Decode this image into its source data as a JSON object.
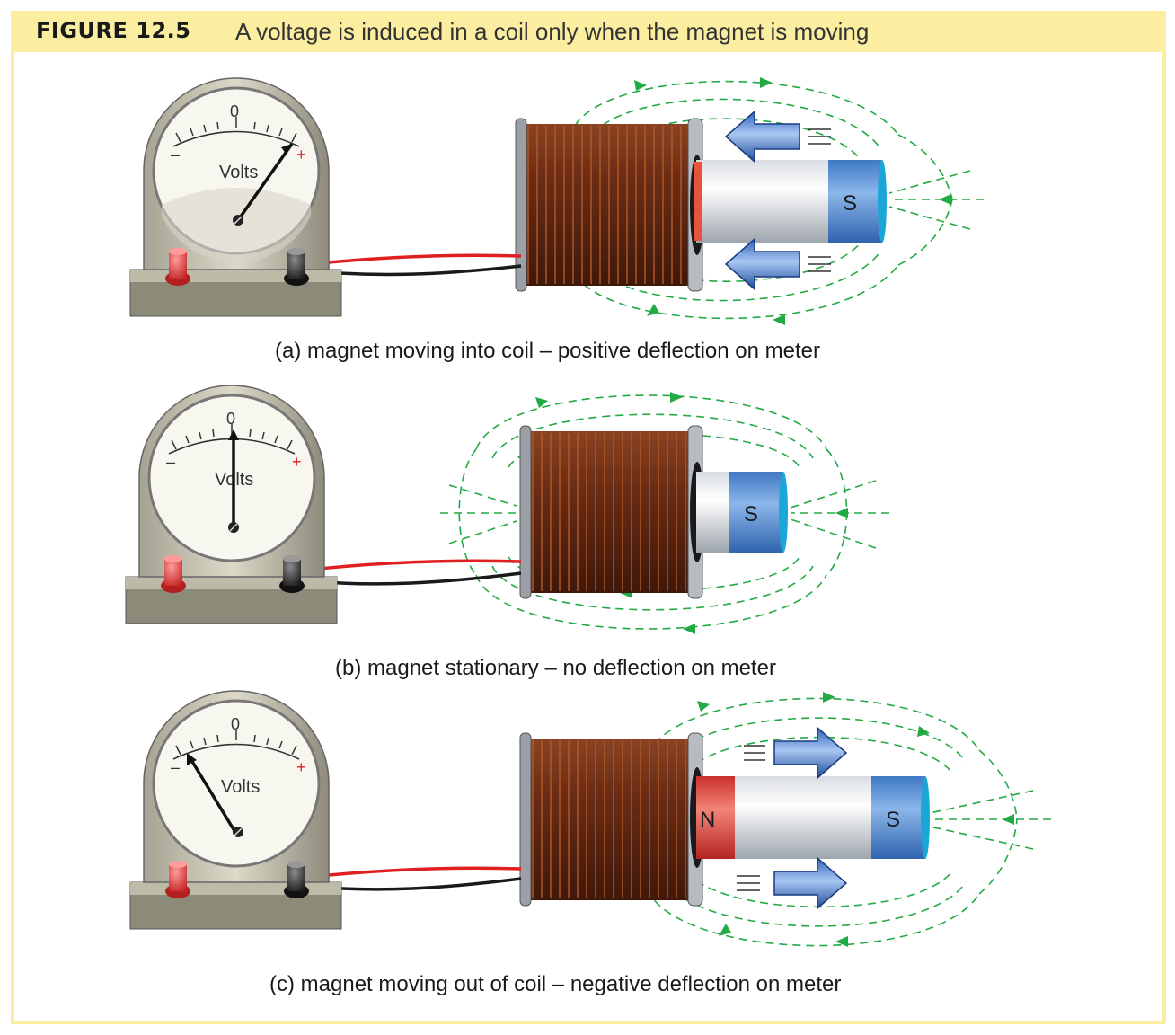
{
  "header": {
    "figure_label": "FIGURE 12.5",
    "caption": "A voltage is induced in a coil only when the magnet is moving"
  },
  "panels": [
    {
      "id": "a",
      "caption": "(a) magnet moving into coil – positive deflection on meter",
      "meter": {
        "zero_label": "0",
        "unit_label": "Volts",
        "minus_label": "–",
        "plus_label": "+",
        "deflection": "positive"
      },
      "magnet": {
        "pole_label": "S",
        "motion": "into coil"
      }
    },
    {
      "id": "b",
      "caption": "(b) magnet stationary – no deflection on meter",
      "meter": {
        "zero_label": "0",
        "unit_label": "Volts",
        "minus_label": "–",
        "plus_label": "+",
        "deflection": "none"
      },
      "magnet": {
        "pole_label": "S",
        "motion": "stationary"
      }
    },
    {
      "id": "c",
      "caption": "(c) magnet moving out of coil – negative deflection on meter",
      "meter": {
        "zero_label": "0",
        "unit_label": "Volts",
        "minus_label": "–",
        "plus_label": "+",
        "deflection": "negative"
      },
      "magnet": {
        "pole_label": "S",
        "north_label": "N",
        "motion": "out of coil"
      }
    }
  ],
  "colors": {
    "header_bg": "#fbeea0",
    "coil_copper": "#6e2f16",
    "field_lines": "#22aa44",
    "arrow_blue": "#4a7fd0",
    "wire_red": "#e02020",
    "wire_black": "#1a1a1a",
    "south_pole": "#5b93d6",
    "north_pole": "#e04a3c"
  }
}
